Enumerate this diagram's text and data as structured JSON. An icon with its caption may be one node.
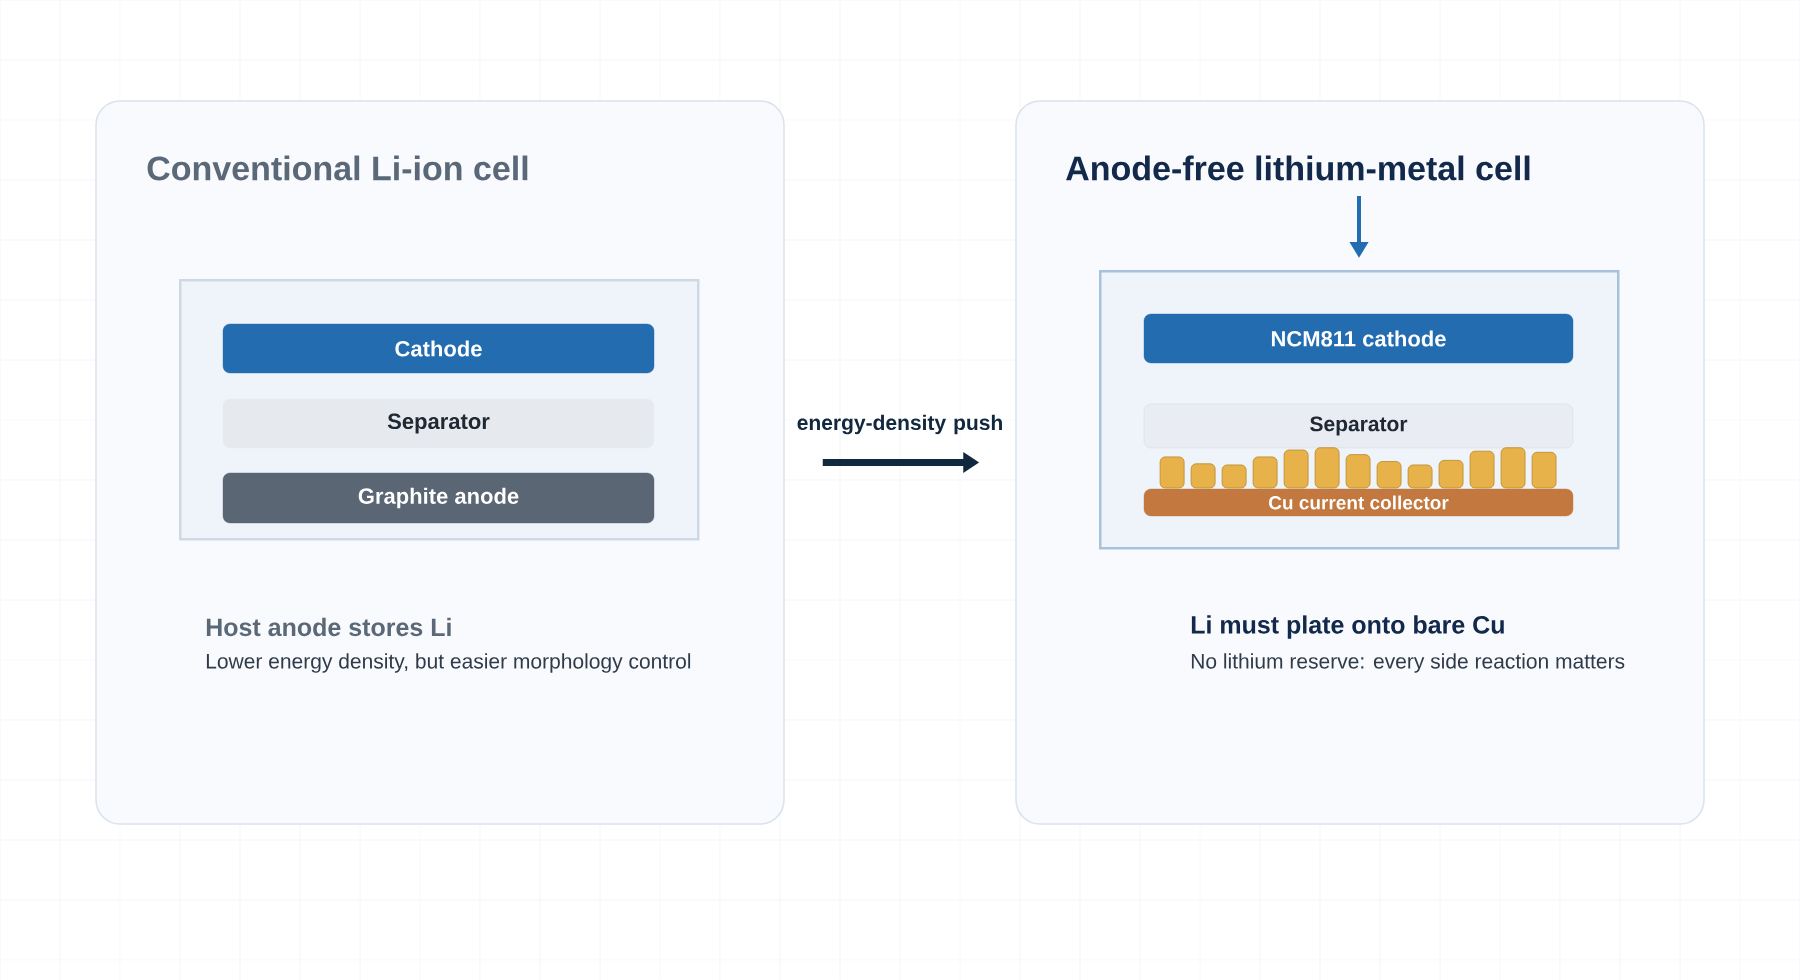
{
  "diagram": {
    "nodes": [
      {
        "text": [
          "Conventional Li-ion cell",
          "Host anode stores Li",
          "Lower energy density, but easier morphology control"
        ]
      },
      {
        "text": [],
        "shape": "box",
        "in": 0
      },
      {
        "text": [
          "Cathode"
        ],
        "in": 1
      },
      {
        "text": [
          "Separator"
        ],
        "in": 1
      },
      {
        "text": [
          "Graphite anode"
        ],
        "in": 1
      },
      {
        "text": [
          "Anode-free lithium-metal cell",
          "Li must plate onto bare Cu",
          "No lithium reserve: every side reaction matters"
        ]
      },
      {
        "text": [],
        "shape": "box",
        "in": 5
      },
      {
        "text": [
          "NCM811 cathode"
        ],
        "in": 6
      },
      {
        "text": [
          "Separator"
        ],
        "in": 6
      },
      {
        "text": [
          "Cu current collector"
        ],
        "in": 6
      }
    ],
    "edges": [
      {
        "from": 0,
        "to": 5,
        "arrow": "to",
        "label": "energy-density push"
      }
    ]
  }
}
